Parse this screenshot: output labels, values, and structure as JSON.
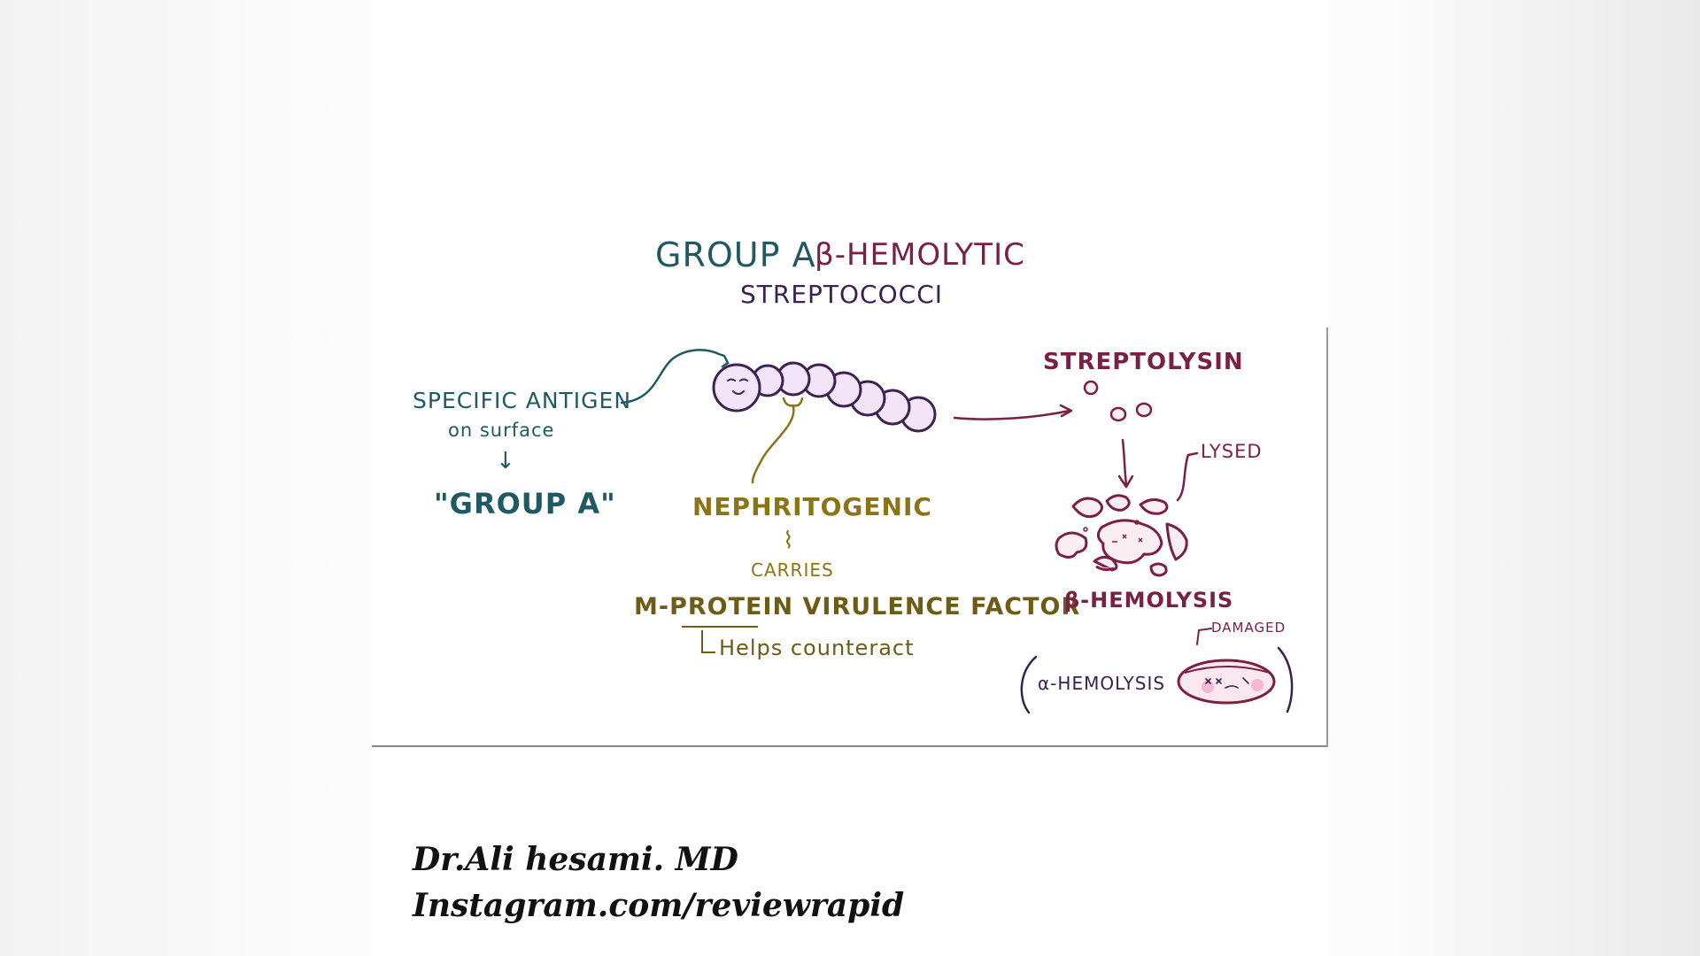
{
  "diagram": {
    "title_line1_a": "GROUP A",
    "title_line1_b": "β-HEMOLYTIC",
    "title_line2": "STREPTOCOCCI",
    "antigen": {
      "label": "SPECIFIC ANTIGEN",
      "sub": "on surface",
      "arrow": "↓",
      "result": "\"GROUP A\""
    },
    "nephro": {
      "label": "NEPHRITOGENIC",
      "brace": "⌇",
      "carries": "CARRIES",
      "factor": "M-PROTEIN VIRULENCE FACTOR",
      "helps": "Helps counteract"
    },
    "streptolysin": {
      "label": "STREPTOLYSIN",
      "lysed": "LYSED",
      "beta": "β-HEMOLYSIS",
      "alpha": "α-HEMOLYSIS",
      "damaged": "DAMAGED"
    }
  },
  "credits": {
    "name": "Dr.Ali hesami. MD",
    "url": "Instagram.com/reviewrapid"
  },
  "colors": {
    "teal": "#1f5a62",
    "plum": "#3a2150",
    "maroon": "#7a1f45",
    "olive": "#8a7415",
    "bacteria_fill": "#f4e4f7",
    "bacteria_stroke": "#3d2350"
  }
}
